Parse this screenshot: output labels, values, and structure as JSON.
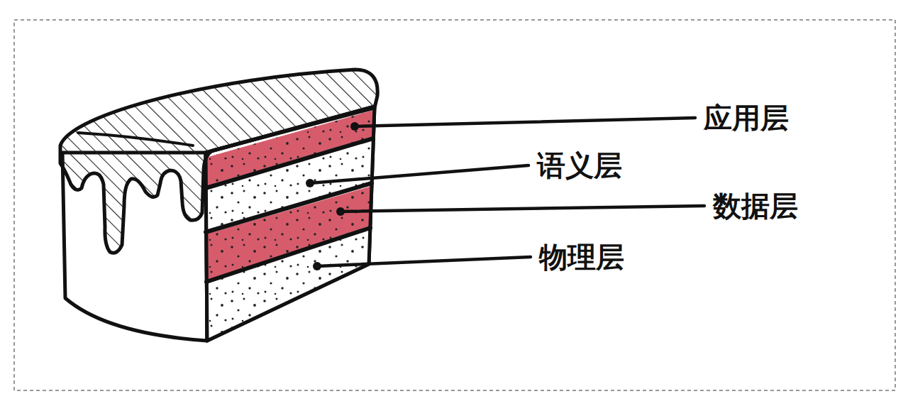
{
  "diagram": {
    "labels": [
      "应用层",
      "语义层",
      "数据层",
      "物理层"
    ]
  }
}
